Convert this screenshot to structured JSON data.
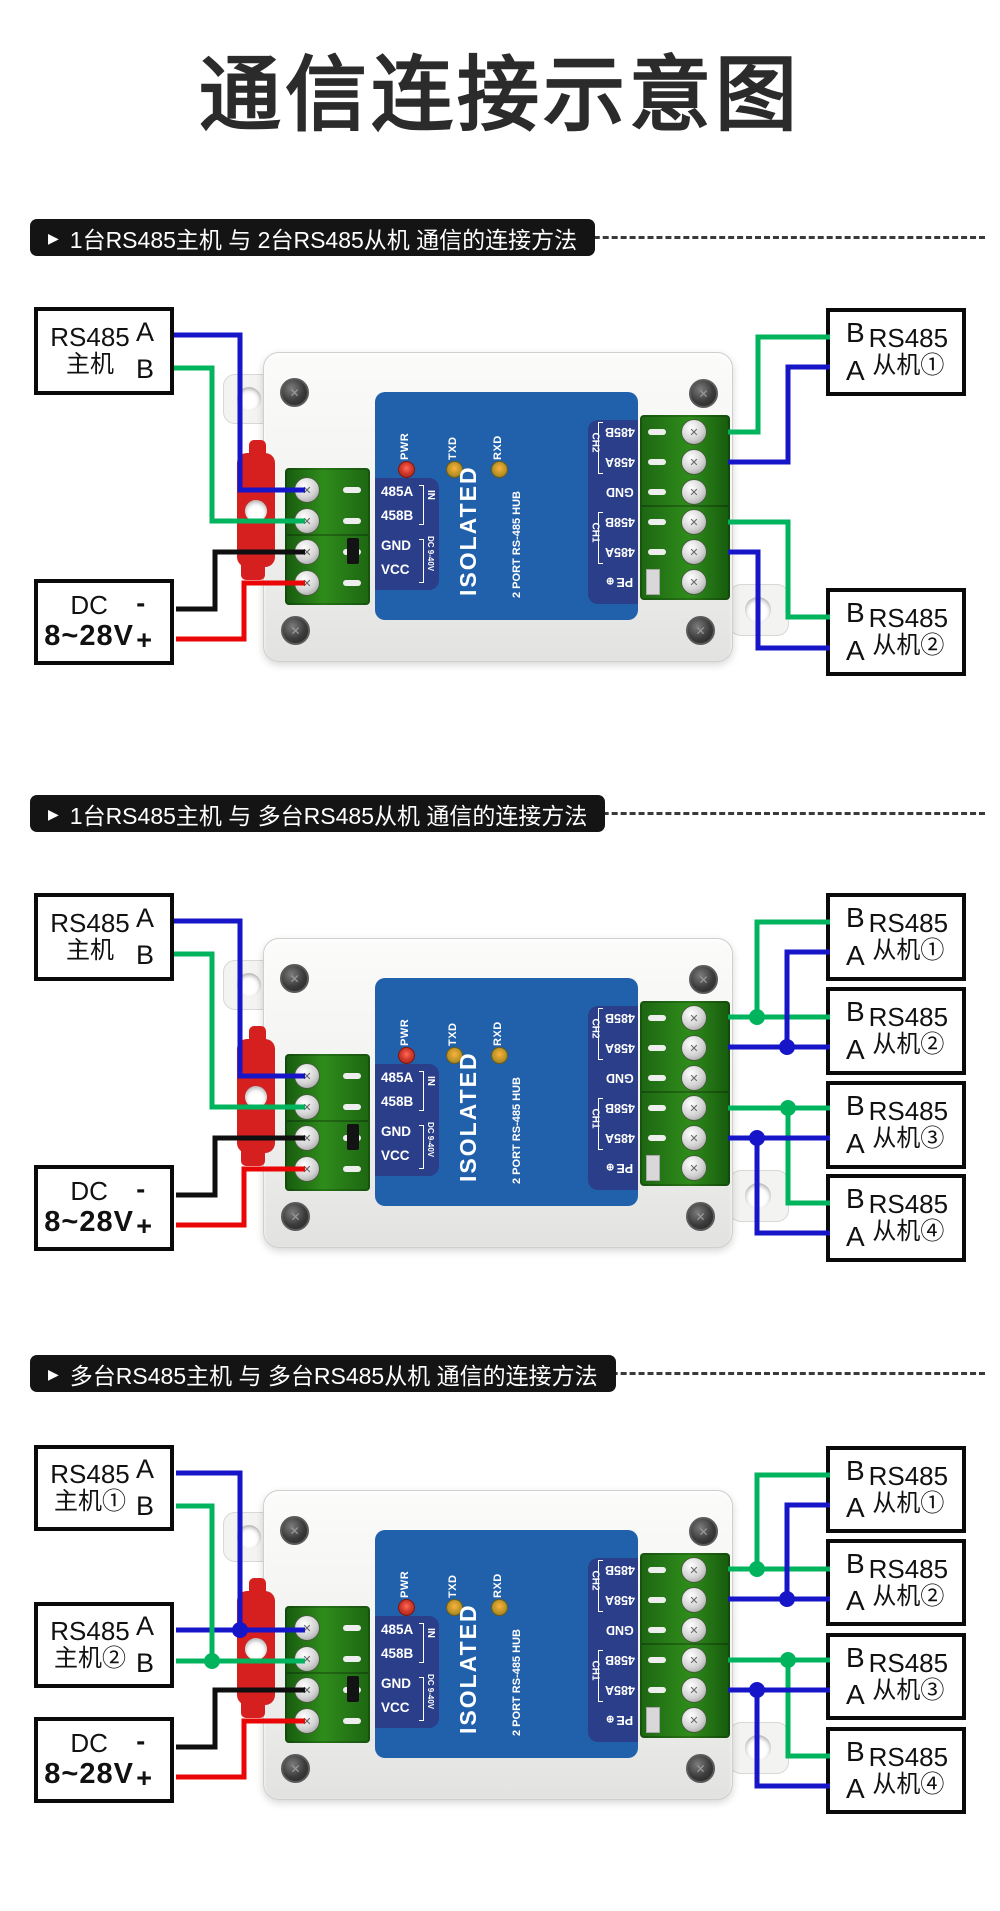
{
  "title": "通信连接示意图",
  "header_marker": "▶",
  "device": {
    "leds": {
      "pwr": "PWR",
      "txd": "TXD",
      "rxd": "RXD"
    },
    "left_panel": {
      "in_a": "485A",
      "in_b": "458B",
      "in_group": "IN",
      "gnd": "GND",
      "vcc": "VCC",
      "pwr_group": "DC 9-40V"
    },
    "center": {
      "name": "ISOLATED",
      "subtitle": "2 PORT RS-485 HUB"
    },
    "right_panel": {
      "ch2_b": "485B",
      "ch2_a": "458A",
      "gnd": "GND",
      "ch1_b": "458B",
      "ch1_a": "485A",
      "pe": "PE",
      "pe_symbol": "⊕",
      "ch2": "CH2",
      "ch1": "CH1"
    }
  },
  "colors": {
    "wire_blue": "#1616c8",
    "wire_green": "#00b45e",
    "wire_black": "#0f0f0f",
    "wire_red": "#ea0606"
  },
  "sections": [
    {
      "header": "1台RS485主机 与 2台RS485从机 通信的连接方法",
      "masters": [
        {
          "line1": "RS485",
          "line2": "主机",
          "a": "A",
          "b": "B"
        }
      ],
      "dc": {
        "line1": "DC",
        "line2": "8~28V",
        "neg": "-",
        "pos": "+"
      },
      "slaves": [
        {
          "b": "B",
          "a": "A",
          "line1": "RS485",
          "line2": "从机①"
        },
        {
          "b": "B",
          "a": "A",
          "line1": "RS485",
          "line2": "从机②"
        }
      ]
    },
    {
      "header": "1台RS485主机 与 多台RS485从机 通信的连接方法",
      "masters": [
        {
          "line1": "RS485",
          "line2": "主机",
          "a": "A",
          "b": "B"
        }
      ],
      "dc": {
        "line1": "DC",
        "line2": "8~28V",
        "neg": "-",
        "pos": "+"
      },
      "slaves": [
        {
          "b": "B",
          "a": "A",
          "line1": "RS485",
          "line2": "从机①"
        },
        {
          "b": "B",
          "a": "A",
          "line1": "RS485",
          "line2": "从机②"
        },
        {
          "b": "B",
          "a": "A",
          "line1": "RS485",
          "line2": "从机③"
        },
        {
          "b": "B",
          "a": "A",
          "line1": "RS485",
          "line2": "从机④"
        }
      ]
    },
    {
      "header": "多台RS485主机 与 多台RS485从机 通信的连接方法",
      "masters": [
        {
          "line1": "RS485",
          "line2": "主机①",
          "a": "A",
          "b": "B"
        },
        {
          "line1": "RS485",
          "line2": "主机②",
          "a": "A",
          "b": "B"
        }
      ],
      "dc": {
        "line1": "DC",
        "line2": "8~28V",
        "neg": "-",
        "pos": "+"
      },
      "slaves": [
        {
          "b": "B",
          "a": "A",
          "line1": "RS485",
          "line2": "从机①"
        },
        {
          "b": "B",
          "a": "A",
          "line1": "RS485",
          "line2": "从机②"
        },
        {
          "b": "B",
          "a": "A",
          "line1": "RS485",
          "line2": "从机③"
        },
        {
          "b": "B",
          "a": "A",
          "line1": "RS485",
          "line2": "从机④"
        }
      ]
    }
  ]
}
